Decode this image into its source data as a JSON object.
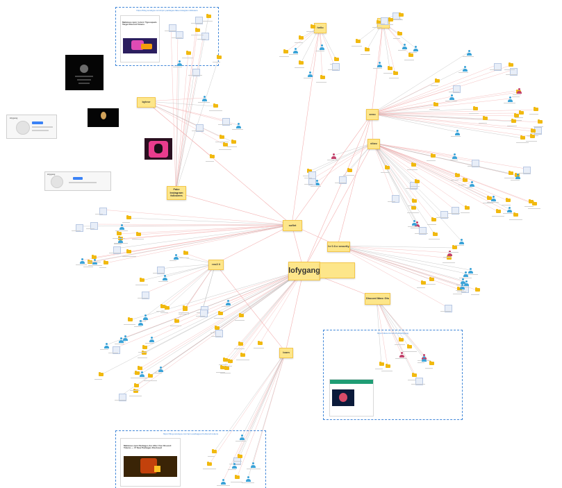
{
  "canvas": {
    "edge_color": "#f3b0b0",
    "gray_edge_color": "#bdbdbd",
    "sticky_color": "#fde68a",
    "folder_color": "#f1b90f"
  },
  "stickies": {
    "lofygang": "lofygang",
    "hello": "hello",
    "blu3": "blu3",
    "xeno": "xeno",
    "vibez": "vibez",
    "bytecr": "bytecr",
    "soflet": "soflet",
    "fake_instagram": "Fake Instagram followers",
    "security": "hr 0.0.x security",
    "discord": "Discord Marc Gts",
    "ros": "ros3 li",
    "loom": "loom"
  },
  "panels": {
    "top": {
      "url": "https://blog.sonatype.com/npm-packages-fake-instagram-followers",
      "title": "Malicious npm ‘colors’ Typosquats Target Discord Tokens"
    },
    "bottom": {
      "url": "https://blog.sonatype.com/npm-packages-hit-discord-tokens",
      "title": "Malicious npm Packages Are After Your Discord Tokens — 17 New Packages Disclosed"
    },
    "right": {
      "url": "https://discord.com/invite/lofygang"
    }
  },
  "profiles": {
    "first": {
      "name": "lofygang",
      "tabs": "Following  Edit profile"
    },
    "second": {
      "name": "lofygang"
    }
  },
  "icons": [
    "folder-icon",
    "person-icon",
    "link-square-icon",
    "sticky-note-icon"
  ]
}
